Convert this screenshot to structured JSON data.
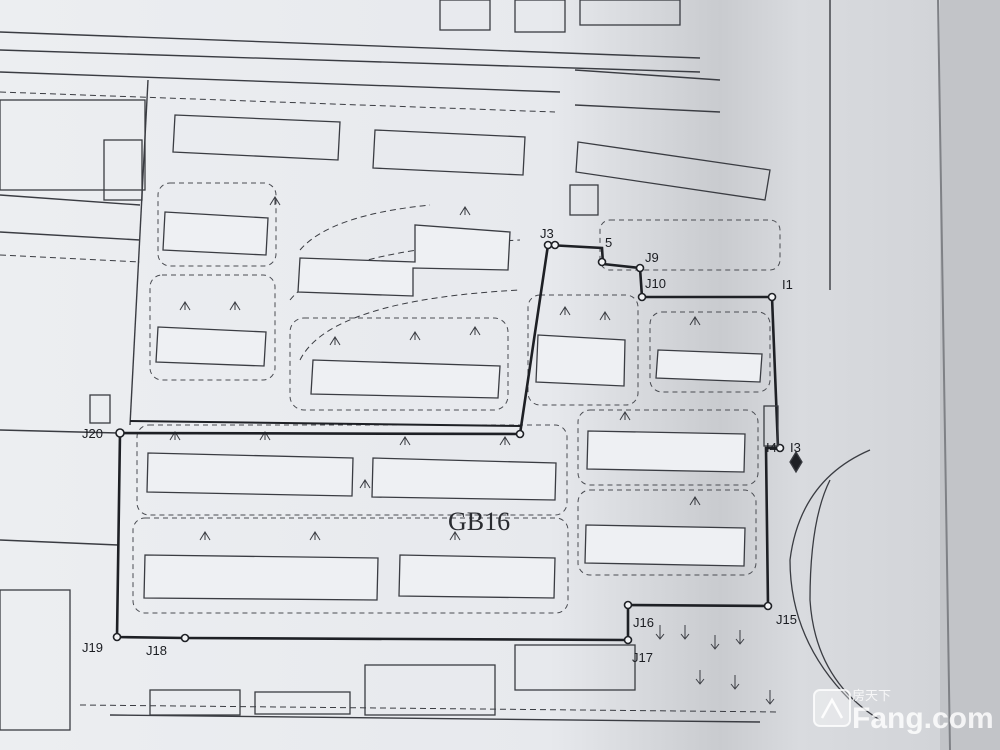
{
  "plot": {
    "code": "GB16"
  },
  "boundary_labels": [
    "J3",
    "5",
    "J9",
    "J10",
    "I1",
    "I3",
    "I4",
    "J15",
    "J16",
    "J17",
    "J18",
    "J19",
    "J20"
  ],
  "watermark": {
    "brand": "Fang.com",
    "cn": "房天下"
  },
  "colors": {
    "paper": "#e6e8ec",
    "ink": "#3a3c42",
    "boundary": "#1e2025",
    "shadow": "#9c9ea4"
  }
}
